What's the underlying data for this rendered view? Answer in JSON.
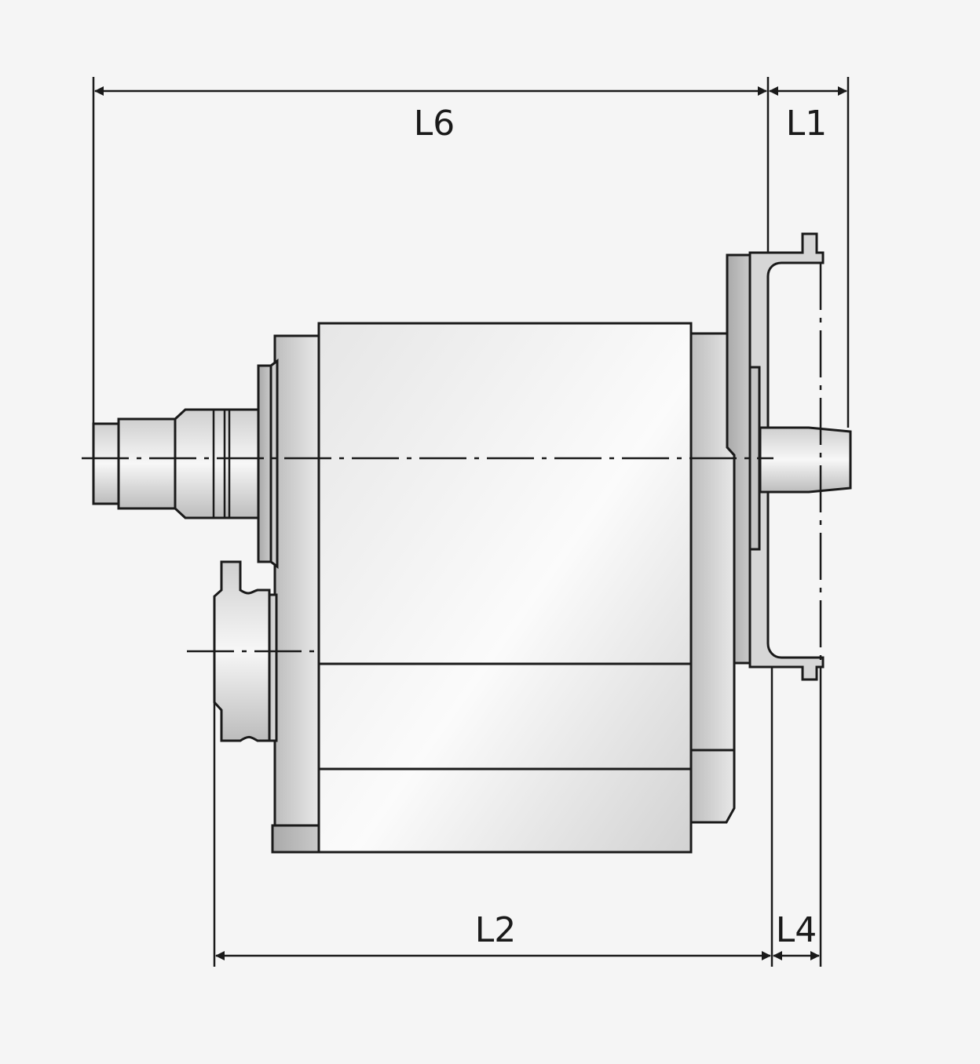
{
  "dimensions": {
    "L6": "L6",
    "L1": "L1",
    "L2": "L2",
    "L4": "L4"
  },
  "colors": {
    "background": "#f5f5f5",
    "line": "#1a1a1a",
    "body_light": "#f2f2f2",
    "body_mid": "#dcdcdc",
    "body_dark": "#b4b4b4"
  }
}
